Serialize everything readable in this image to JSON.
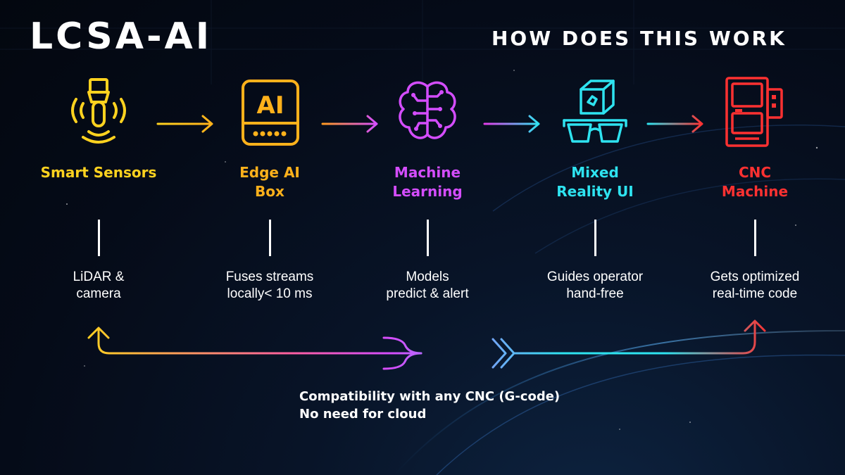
{
  "header": {
    "title": "LCSA-AI",
    "subtitle": "HOW DOES THIS WORK"
  },
  "steps": [
    {
      "icon": "sensor-icon",
      "color": "#FFD21F",
      "label": [
        "Smart Sensors"
      ],
      "desc": [
        "LiDAR &",
        "camera"
      ]
    },
    {
      "icon": "ai-box-icon",
      "color": "#FFB11B",
      "label": [
        "Edge AI",
        "Box"
      ],
      "desc": [
        "Fuses streams",
        "locally< 10 ms"
      ]
    },
    {
      "icon": "brain-icon",
      "color": "#D44DFF",
      "label": [
        "Machine",
        "Learning"
      ],
      "desc": [
        "Models",
        "predict & alert"
      ]
    },
    {
      "icon": "vr-headset-icon",
      "color": "#2EE3F0",
      "label": [
        "Mixed",
        "Reality UI"
      ],
      "desc": [
        "Guides operator",
        "hand-free"
      ]
    },
    {
      "icon": "cnc-machine-icon",
      "color": "#FF3131",
      "label": [
        "CNC",
        "Machine"
      ],
      "desc": [
        "Gets optimized",
        "real-time code"
      ]
    }
  ],
  "footer": {
    "line1": "Compatibility with any CNC (G-code)",
    "line2": "No need for cloud"
  }
}
